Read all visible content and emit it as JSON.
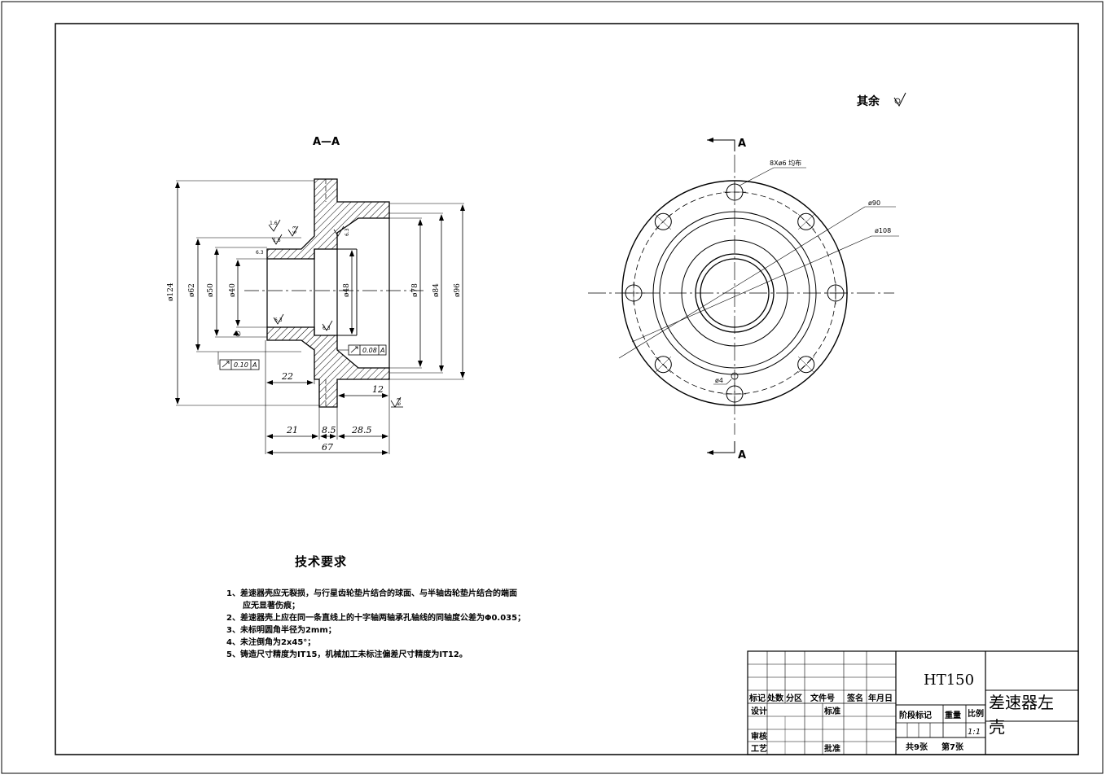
{
  "section_label": "A—A",
  "view_marker_top": "A",
  "view_marker_bottom": "A",
  "surface_note": "其余",
  "dimensions": {
    "d124": "ø124",
    "d62": "ø62",
    "d50": "ø50",
    "d40": "ø40",
    "d48": "ø48",
    "d78": "ø78",
    "d84": "ø84",
    "d96": "ø96",
    "len22": "22",
    "len12": "12",
    "len21": "21",
    "len8_5": "8.5",
    "len28_5": "28.5",
    "len67": "67",
    "holes": "8Xø6 均布",
    "d90": "ø90",
    "d108": "ø108",
    "d4": "ø4"
  },
  "roughness": [
    "1.6",
    "6.3",
    "1.6",
    "6.3",
    "6.3",
    "6.3",
    "6.3",
    "6.3"
  ],
  "tolerances": {
    "runout1": "0.10",
    "runout1_datum": "A",
    "runout2": "0.08",
    "runout2_datum": "A"
  },
  "tech_requirements": {
    "title": "技术要求",
    "items": [
      "1、差速器壳应无裂损，与行星齿轮垫片结合的球面、与半轴齿轮垫片结合的端面",
      "应无显著伤痕；",
      "2、差速器壳上应在同一条直线上的十字轴两轴承孔轴线的同轴度公差为Φ0.035；",
      "3、未标明圆角半径为2mm；",
      "4、未注倒角为2x45°；",
      "5、铸造尺寸精度为IT15，机械加工未标注偏差尺寸精度为IT12。"
    ]
  },
  "title_block": {
    "material": "HT150",
    "part_name_line1": "差速器左",
    "part_name_line2": "壳",
    "hdr_mark": "标记",
    "hdr_count": "处数",
    "hdr_zone": "分区",
    "hdr_docno": "文件号",
    "hdr_sign": "签名",
    "hdr_date": "年月日",
    "design": "设计",
    "standard": "标准",
    "review": "审核",
    "process": "工艺",
    "approve": "批准",
    "stage": "阶段标记",
    "weight": "重量",
    "scale_label": "比例",
    "scale": "1:1",
    "sheets_total": "共9张",
    "sheet_no": "第7张"
  }
}
